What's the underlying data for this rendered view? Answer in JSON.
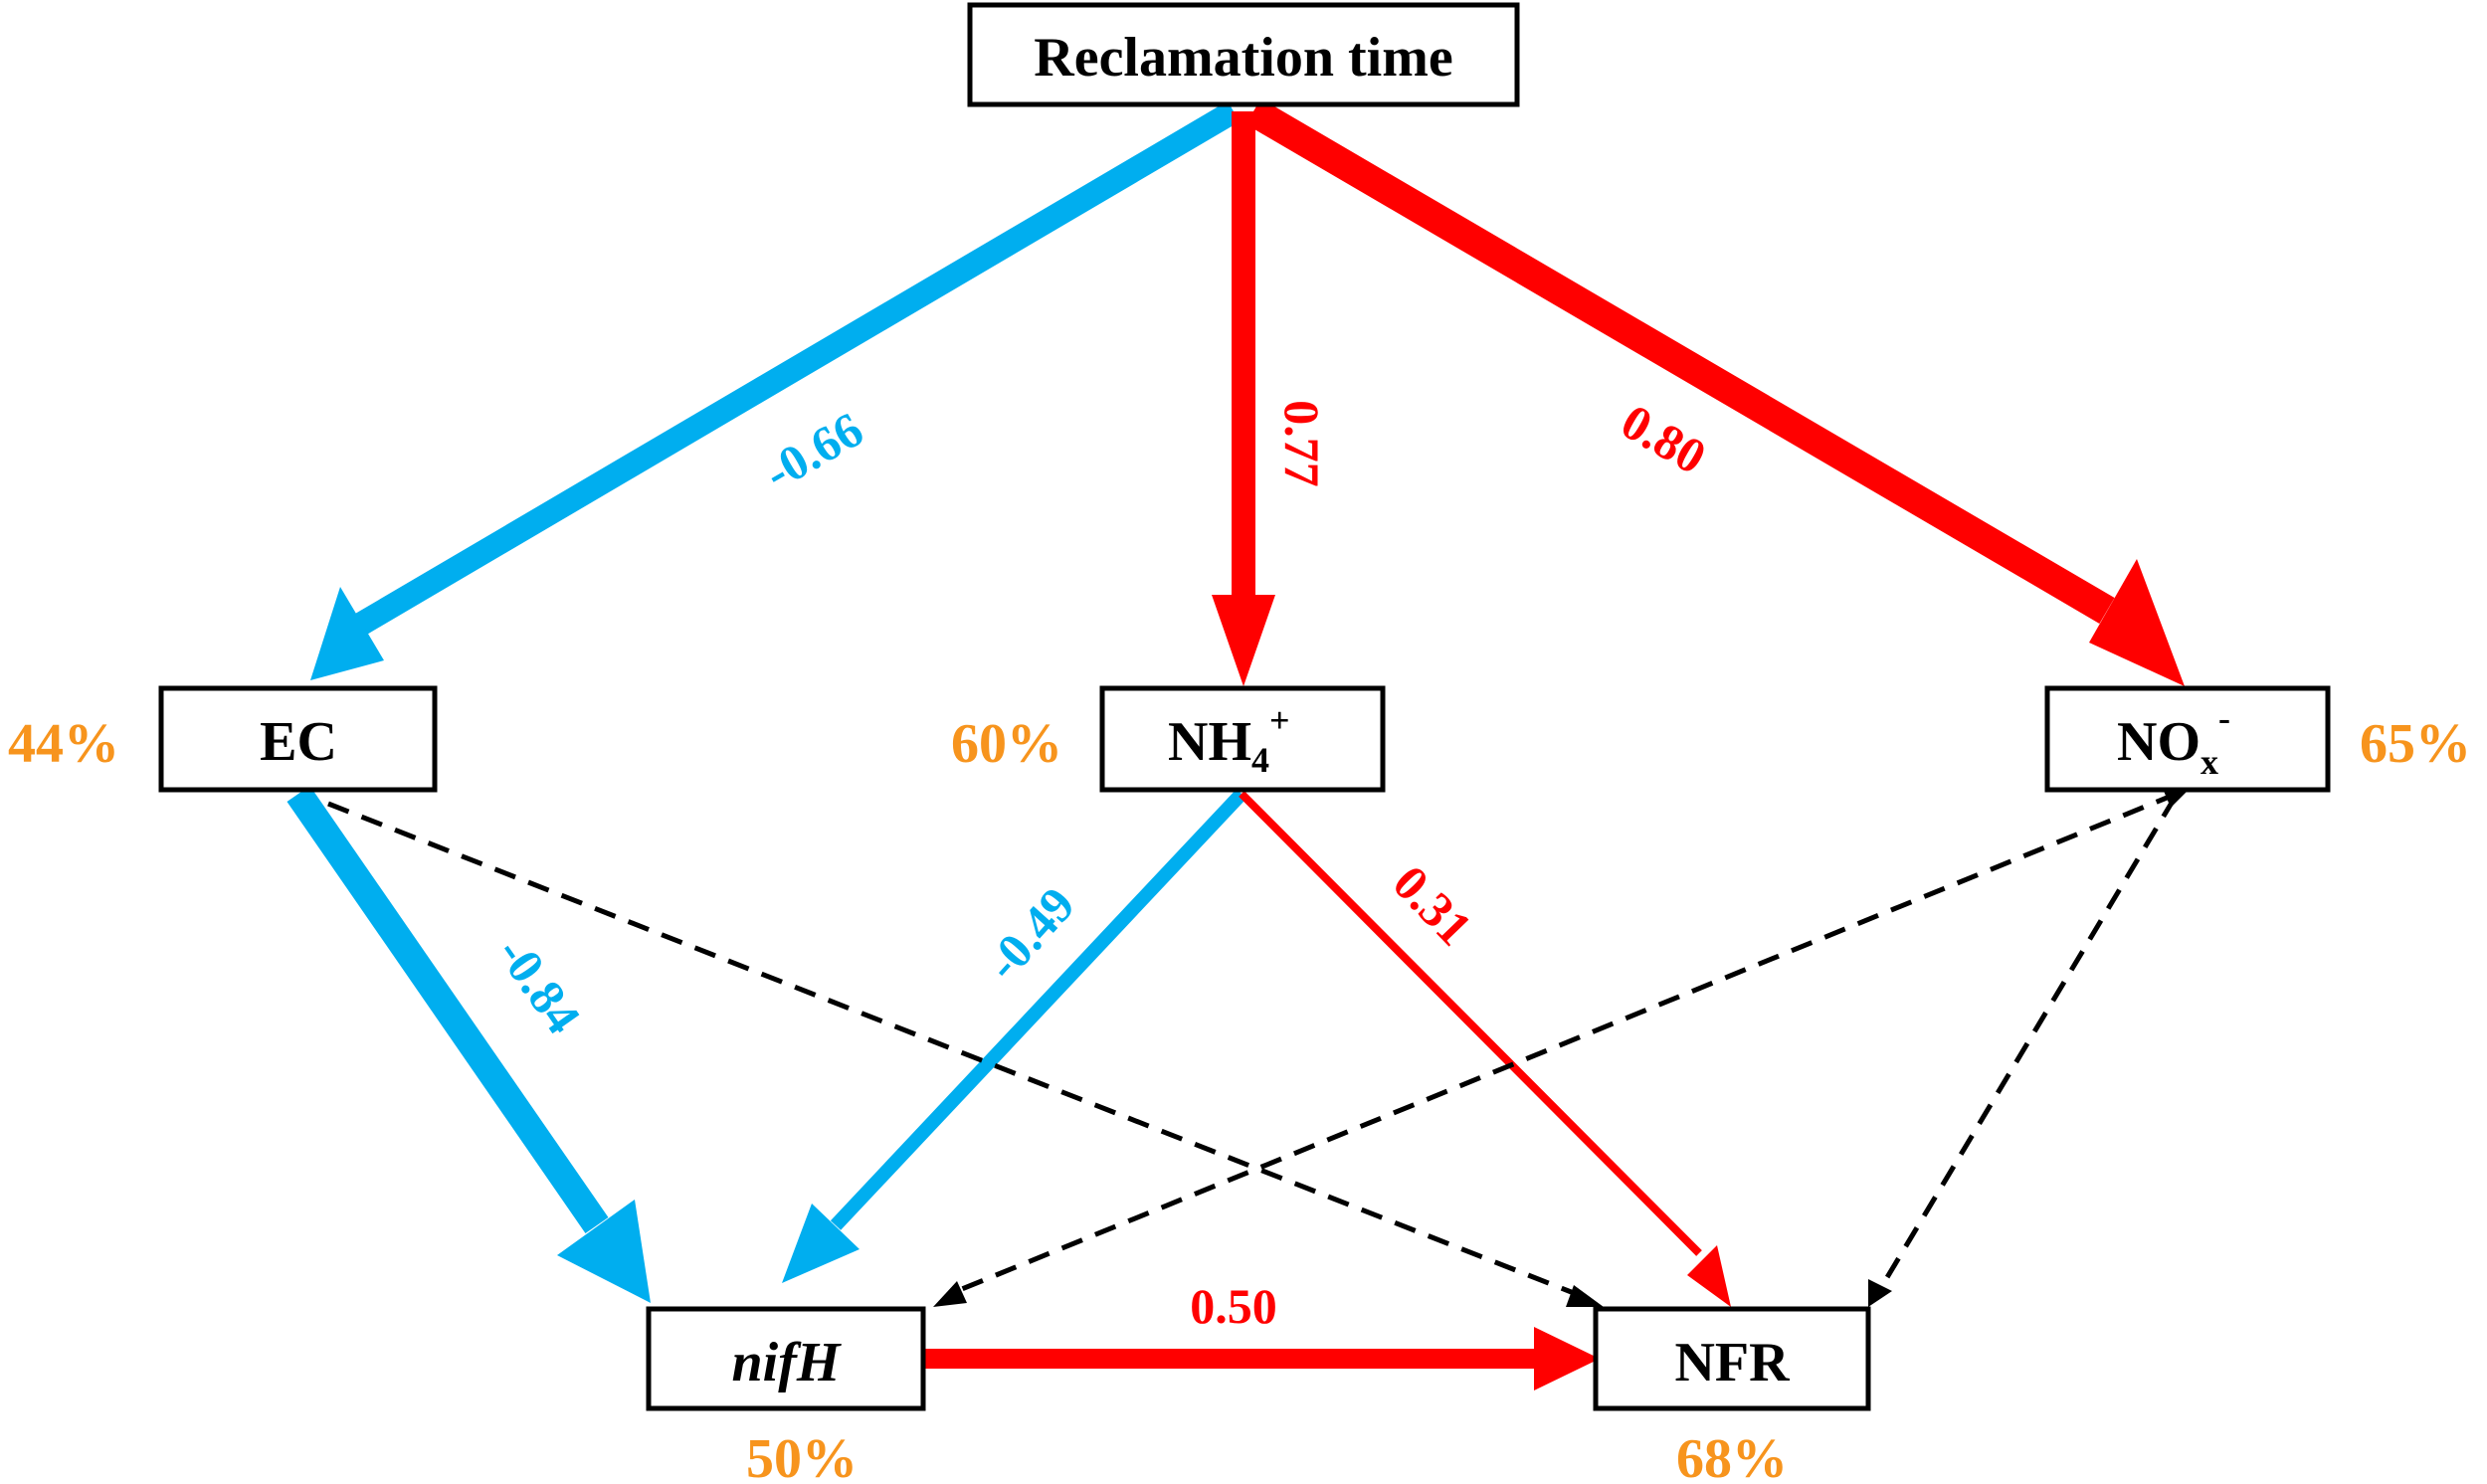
{
  "colors": {
    "positive": "#ff0000",
    "negative": "#00aeef",
    "nonsignificant": "#000000",
    "variance": "#f7941d"
  },
  "nodes": {
    "time": {
      "label": "Reclamation time"
    },
    "ec": {
      "label": "EC",
      "r2": "44%"
    },
    "nh4": {
      "label": "NH",
      "sub": "4",
      "sup": "+",
      "r2": "60%"
    },
    "nox": {
      "label": "NO",
      "sub": "x",
      "sup": "-",
      "r2": "65%"
    },
    "nifh": {
      "label": "nifH",
      "r2": "50%"
    },
    "nfr": {
      "label": "NFR",
      "r2": "68%"
    }
  },
  "paths": [
    {
      "from": "time",
      "to": "ec",
      "coef": "-0.66",
      "sign": "negative"
    },
    {
      "from": "time",
      "to": "nh4",
      "coef": "0.77",
      "sign": "positive"
    },
    {
      "from": "time",
      "to": "nox",
      "coef": "0.80",
      "sign": "positive"
    },
    {
      "from": "ec",
      "to": "nifh",
      "coef": "-0.84",
      "sign": "negative"
    },
    {
      "from": "nh4",
      "to": "nifh",
      "coef": "-0.49",
      "sign": "negative"
    },
    {
      "from": "nh4",
      "to": "nfr",
      "coef": "0.31",
      "sign": "positive"
    },
    {
      "from": "nifh",
      "to": "nfr",
      "coef": "0.50",
      "sign": "positive"
    },
    {
      "from": "ec",
      "to": "nfr",
      "sign": "nonsignificant"
    },
    {
      "from": "nox",
      "to": "nifh",
      "sign": "nonsignificant"
    },
    {
      "from": "nox",
      "to": "nfr",
      "sign": "nonsignificant"
    }
  ]
}
